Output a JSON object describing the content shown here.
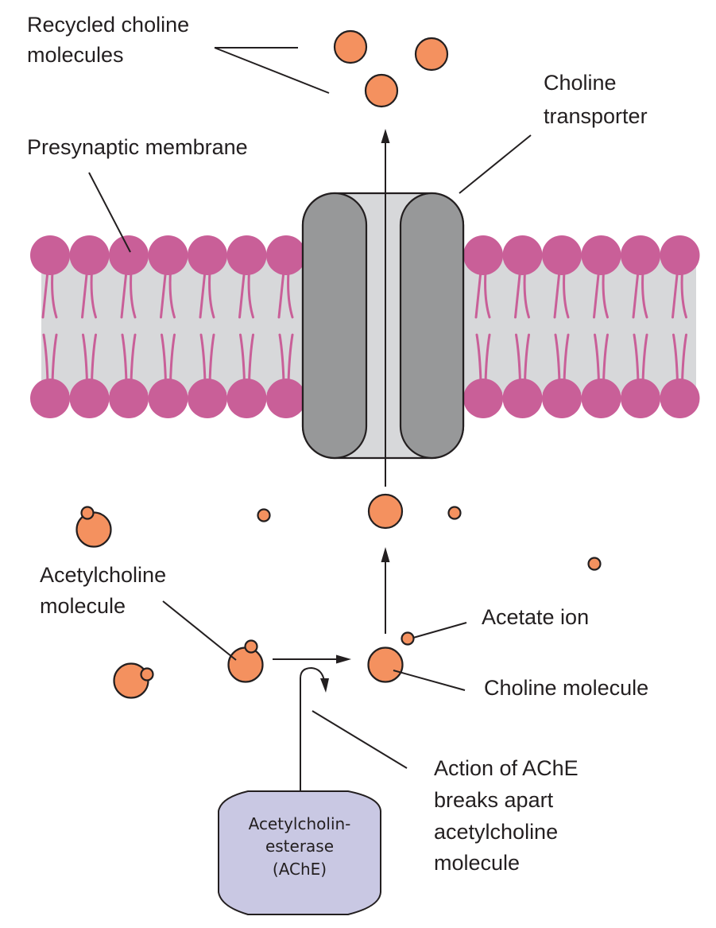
{
  "figure": {
    "title": "Acetylcholine breakdown and choline recycling at the presynaptic membrane",
    "labels": {
      "recycled_choline_line1": "Recycled choline",
      "recycled_choline_line2": "molecules",
      "presynaptic_membrane": "Presynaptic membrane",
      "choline_transporter_line1": "Choline",
      "choline_transporter_line2": "transporter",
      "acetylcholine_line1": "Acetylcholine",
      "acetylcholine_line2": "molecule",
      "acetate_ion": "Acetate ion",
      "choline_molecule": "Choline molecule",
      "ache_action_line1": "Action of AChE",
      "ache_action_line2": "breaks apart",
      "ache_action_line3": "acetylcholine",
      "ache_action_line4": "molecule"
    },
    "enzyme": {
      "line1": "Acetylcholin-",
      "line2": "esterase",
      "line3": "(AChE)"
    },
    "colors": {
      "molecule_fill": "#f4915f",
      "lipid": "#c95f98",
      "membrane_core": "#d7d8da",
      "transporter_dark": "#979899",
      "transporter_light": "#d7d8da",
      "enzyme_fill": "#c9c8e3",
      "enzyme_rim": "#bfe3ea",
      "outline": "#231f20"
    },
    "counts": {
      "lipids_left_per_layer": 7,
      "lipids_right_per_layer": 6
    }
  }
}
